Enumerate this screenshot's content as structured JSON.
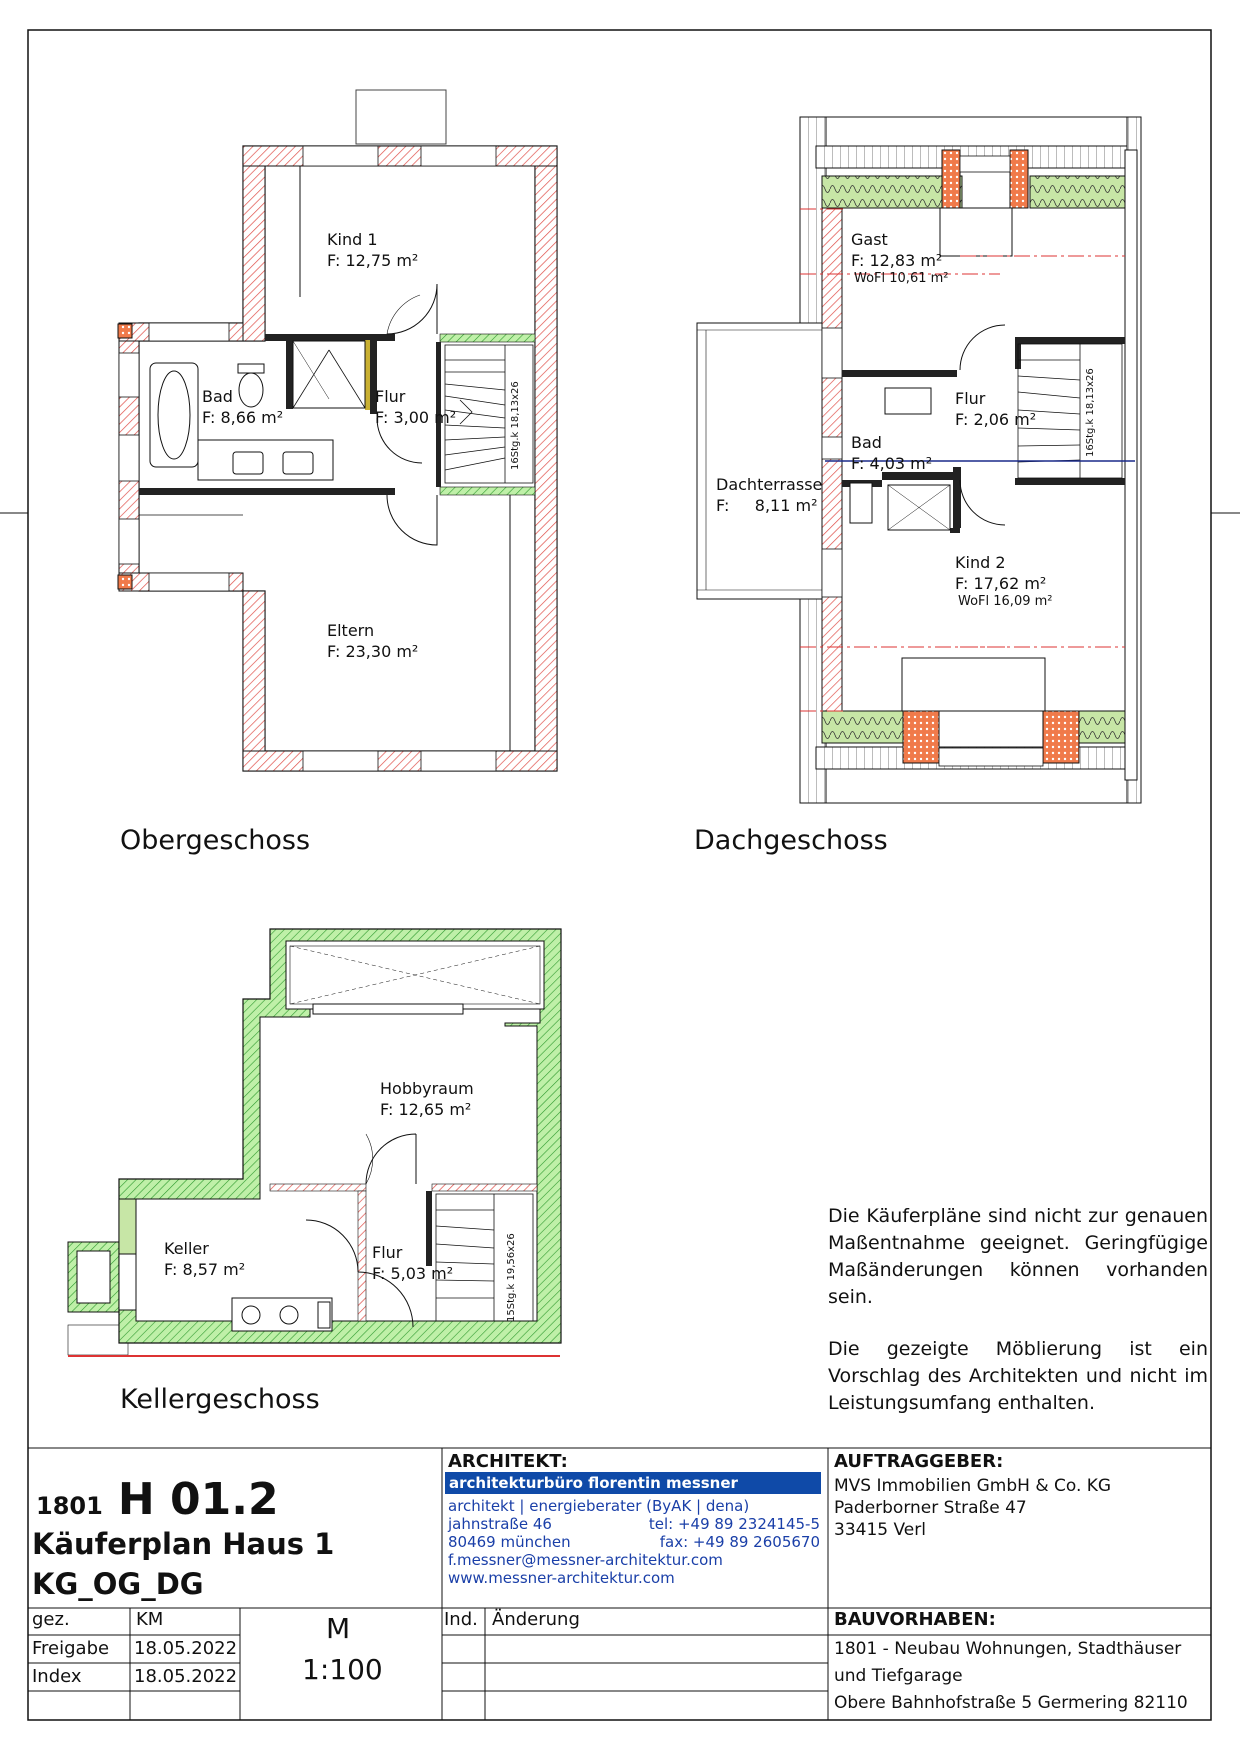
{
  "floors": {
    "og": {
      "title": "Obergeschoss",
      "rooms": {
        "kind1_name": "Kind 1",
        "kind1_area": "F: 12,75 m²",
        "bad_name": "Bad",
        "bad_area": "F: 8,66 m²",
        "flur_name": "Flur",
        "flur_area": "F: 3,00 m²",
        "eltern_name": "Eltern",
        "eltern_area": "F: 23,30 m²"
      },
      "stair_label": "16Stg.k 18,13x26"
    },
    "dg": {
      "title": "Dachgeschoss",
      "rooms": {
        "gast_name": "Gast",
        "gast_area": "F: 12,83 m²",
        "gast_wofl": "WoFl 10,61 m²",
        "flur_name": "Flur",
        "flur_area": "F: 2,06 m²",
        "terrasse_name": "Dachterrasse",
        "terrasse_area": "F:     8,11 m²",
        "bad_name": "Bad",
        "bad_area": "F: 4,03 m²",
        "kind2_name": "Kind 2",
        "kind2_area": "F: 17,62 m²",
        "kind2_wofl": "WoFl 16,09 m²"
      },
      "stair_label": "16Stg.k 18,13x26"
    },
    "kg": {
      "title": "Kellergeschoss",
      "rooms": {
        "hobby_name": "Hobbyraum",
        "hobby_area": "F: 12,65 m²",
        "keller_name": "Keller",
        "keller_area": "F: 8,57 m²",
        "flur_name": "Flur",
        "flur_area": "F: 5,03 m²"
      },
      "stair_label": "15Stg.k 19,56x26"
    }
  },
  "notes": {
    "p1": "Die Käuferpläne sind nicht zur genauen Maßentnahme geeignet. Geringfügige Maßänderungen können vorhanden sein.",
    "p2": "Die gezeigte Möblierung ist ein Vorschlag des Architekten und nicht im Leistungsumfang enthalten."
  },
  "titleblock": {
    "project_no": "1801",
    "plan_no": "H 01.2",
    "plan_title": "Käuferplan Haus 1",
    "plan_sub": "KG_OG_DG",
    "gez_label": "gez.",
    "gez_value": "KM",
    "freigabe_label": "Freigabe",
    "freigabe_value": "18.05.2022",
    "index_label": "Index",
    "index_value": "18.05.2022",
    "scale_m": "M",
    "scale": "1:100",
    "ind_label": "Ind.",
    "aenderung_label": "Änderung",
    "architekt": {
      "heading": "ARCHITEKT:",
      "office": "architekturbüro florentin messner",
      "line1": "architekt | energieberater (ByAK | dena)",
      "street": "jahnstraße 46",
      "tel": "tel: +49 89 2324145-5",
      "city": "80469 münchen",
      "fax": "fax: +49 89 2605670",
      "email": "f.messner@messner-architektur.com",
      "web": "www.messner-architektur.com"
    },
    "auftraggeber": {
      "heading": "AUFTRAGGEBER:",
      "line1": "MVS Immobilien GmbH & Co. KG",
      "line2": "Paderborner Straße 47",
      "line3": "33415 Verl"
    },
    "bauvorhaben": {
      "heading": "BAUVORHABEN:",
      "line1": "1801 - Neubau Wohnungen, Stadthäuser",
      "line2": "und Tiefgarage",
      "line3": "Obere Bahnhofstraße 5 Germering 82110"
    }
  }
}
